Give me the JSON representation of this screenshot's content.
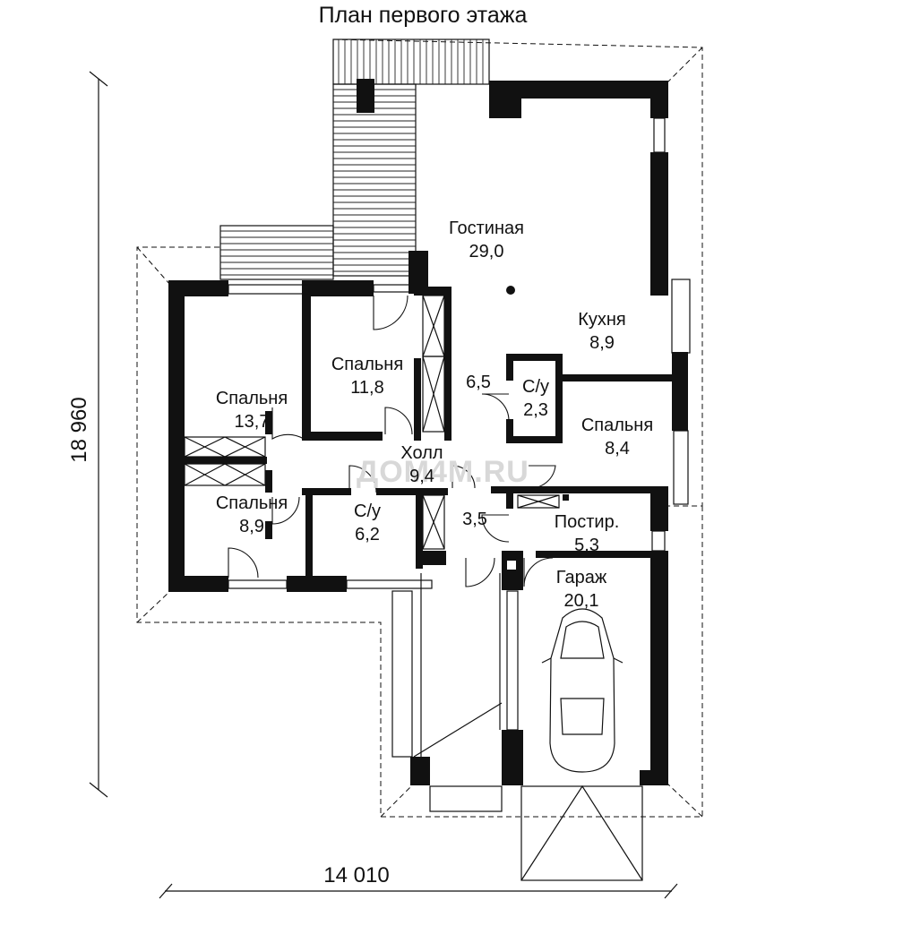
{
  "title": "План первого этажа",
  "watermark": "ДОМ4М.RU",
  "dimensions": {
    "width": "14 010",
    "height": "18 960"
  },
  "rooms": [
    {
      "name": "Гостиная",
      "area": "29,0"
    },
    {
      "name": "Кухня",
      "area": "8,9"
    },
    {
      "name": "Спальня",
      "area": "11,8"
    },
    {
      "name": "Спальня",
      "area": "13,7"
    },
    {
      "name": "С/у",
      "area": "2,3"
    },
    {
      "name": "Спальня",
      "area": "8,4"
    },
    {
      "name": "Холл",
      "area": "9,4"
    },
    {
      "name": "Спальня",
      "area": "8,9"
    },
    {
      "name": "С/у",
      "area": "6,2"
    },
    {
      "name": "Постир.",
      "area": "5,3"
    },
    {
      "name": "Гараж",
      "area": "20,1"
    }
  ],
  "corridor_areas": [
    "6,5",
    "3,5"
  ]
}
